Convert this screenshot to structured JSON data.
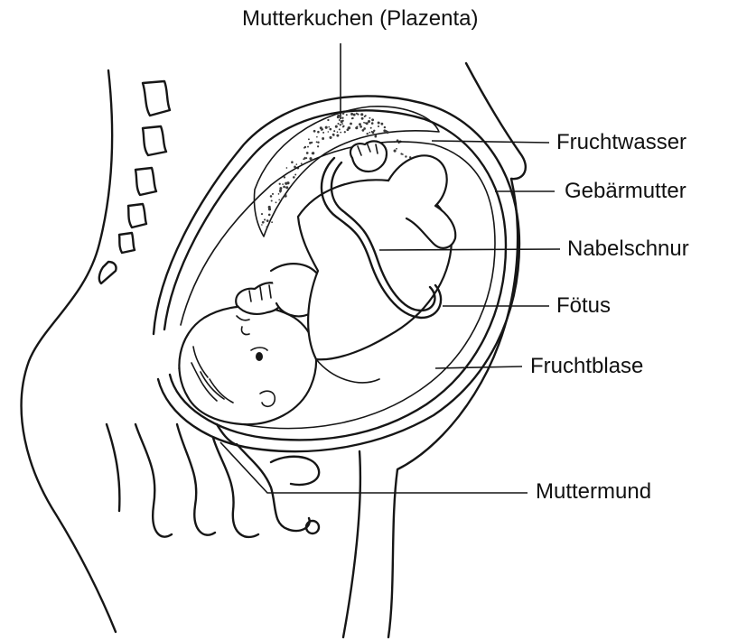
{
  "labels": {
    "placenta": "Mutterkuchen (Plazenta)",
    "amniotic_fluid": "Fruchtwasser",
    "uterus": "Gebärmutter",
    "umbilical_cord": "Nabelschnur",
    "fetus": "Fötus",
    "amniotic_sac": "Fruchtblase",
    "cervix": "Muttermund"
  },
  "colors": {
    "ink": "#161616",
    "background": "#ffffff"
  }
}
